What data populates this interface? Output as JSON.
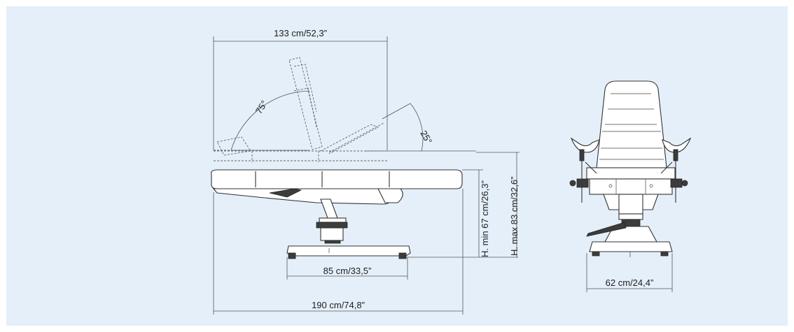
{
  "dimensions": {
    "backrest_span": "133 cm/52,3”",
    "angle_backrest": "75°",
    "angle_legrest": "25°",
    "height_min": "H. min 67 cm/26,3”",
    "height_max": "H. max 83 cm/32,6”",
    "base_depth": "85 cm/33,5”",
    "total_length": "190 cm/74,8”",
    "base_width": "62 cm/24,4”"
  },
  "colors": {
    "panel_background": "#e5eff9",
    "page_background": "#ffffff",
    "line": "#333333"
  }
}
